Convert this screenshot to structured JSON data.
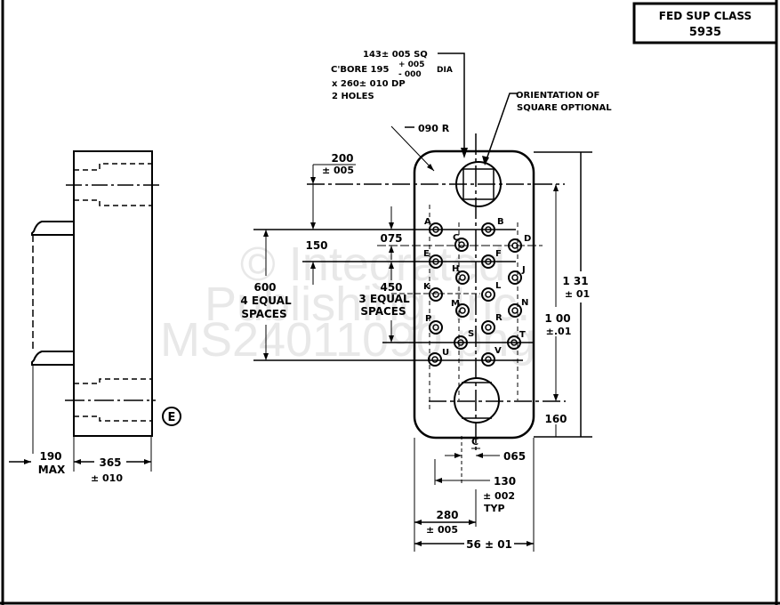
{
  "title_block": {
    "line1": "FED SUP CLASS",
    "line2": "5935"
  },
  "watermark": {
    "line1": "© Integrated",
    "line2": "Publishing, Inc.",
    "line3": "MS24011090.png"
  },
  "callouts": {
    "counterbore": {
      "line1": "143± 005 SQ",
      "line2_prefix": "C'BORE 195",
      "tol_plus": "+ 005",
      "tol_minus": "- 000",
      "line2_suffix": "DIA",
      "line3": "x 260± 010 DP",
      "line4": "2 HOLES"
    },
    "orientation": {
      "line1": "ORIENTATION OF",
      "line2": "SQUARE OPTIONAL"
    },
    "radius": "090 R"
  },
  "dimensions": {
    "d200": {
      "value": "200",
      "tol": "± 005"
    },
    "d075": "075",
    "d150": "150",
    "d600": {
      "value": "600",
      "l2": "4 EQUAL",
      "l3": "SPACES"
    },
    "d450": {
      "value": "450",
      "l2": "3 EQUAL",
      "l3": "SPACES"
    },
    "d131": {
      "value": "1 31",
      "tol": "± 01"
    },
    "d100": {
      "value": "1 00",
      "tol": "±.01"
    },
    "d160": "160",
    "d065": "065",
    "d130": {
      "value": "130",
      "tol": "± 002",
      "note": "TYP"
    },
    "d280": {
      "value": "280",
      "tol": "± 005"
    },
    "d56": "56 ± 01",
    "d190": {
      "value": "190",
      "note": "MAX"
    },
    "d365": {
      "value": "365",
      "tol": "± 010"
    }
  },
  "centerline_symbol": "C",
  "view_marker": "E",
  "contacts": [
    "A",
    "B",
    "C",
    "D",
    "E",
    "F",
    "H",
    "J",
    "K",
    "L",
    "M",
    "N",
    "P",
    "R",
    "S",
    "T",
    "U",
    "V"
  ]
}
